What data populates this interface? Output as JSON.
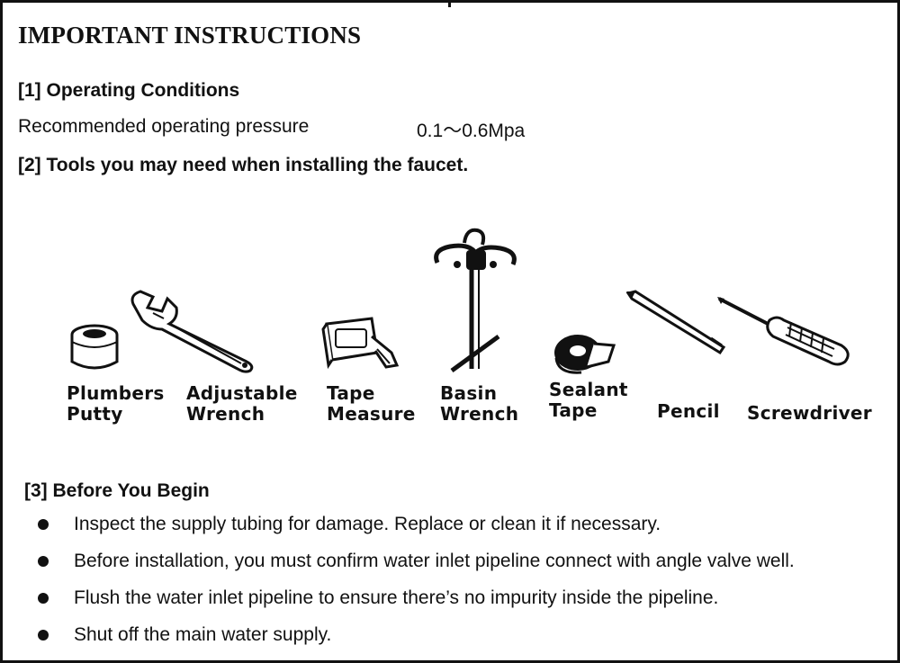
{
  "document": {
    "title": "IMPORTANT INSTRUCTIONS",
    "sections": {
      "operating": {
        "heading": "[1] Operating Conditions",
        "pressure_label": "Recommended operating pressure",
        "pressure_value": "0.1～0.6Mpa"
      },
      "tools": {
        "heading": "[2] Tools you may need when installing the faucet.",
        "items": [
          {
            "label": "Plumbers\nPutty",
            "icon": "putty-jar-icon"
          },
          {
            "label": "Adjustable\nWrench",
            "icon": "adjustable-wrench-icon"
          },
          {
            "label": "Tape\nMeasure",
            "icon": "tape-measure-icon"
          },
          {
            "label": "Basin\nWrench",
            "icon": "basin-wrench-icon"
          },
          {
            "label": "Sealant\nTape",
            "icon": "sealant-tape-icon"
          },
          {
            "label": "Pencil",
            "icon": "pencil-icon"
          },
          {
            "label": "Screwdriver",
            "icon": "screwdriver-icon"
          }
        ]
      },
      "before": {
        "heading": "[3] Before You Begin",
        "bullets": [
          "Inspect the supply tubing for damage. Replace or clean it if necessary.",
          "Before installation, you must confirm water inlet pipeline connect with angle valve well.",
          "Flush the water inlet pipeline to ensure there’s no impurity inside the pipeline.",
          "Shut off the main water supply."
        ]
      }
    }
  }
}
